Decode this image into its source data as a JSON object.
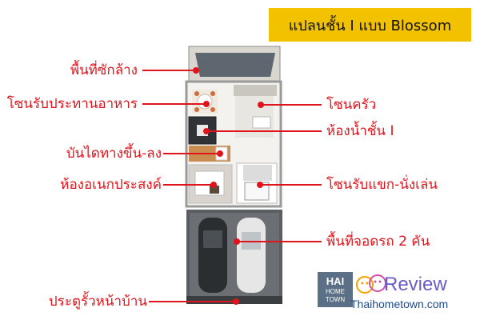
{
  "title": "แปลนชั้น I แบบ Blossom",
  "labels": {
    "laundry": "พื้นที่ซักล้าง",
    "dining": "โซนรับประทานอาหาร",
    "kitchen": "โซนครัว",
    "bathroom": "ห้องน้ำชั้น I",
    "stairs": "บันไดทางขึ้น-ลง",
    "multipurpose": "ห้องอเนกประสงค์",
    "living": "โซนรับแขก-นั่งเล่น",
    "parking": "พื้นที่จอดรถ 2 คัน",
    "gate": "ประตูรั้วหน้าบ้าน"
  },
  "brand": {
    "hai_line1": "HAI",
    "hai_line2": "HOME",
    "hai_line3": "TOWN",
    "review": "Review",
    "site": "Thaihometown.com"
  },
  "colors": {
    "label": "#e0141c",
    "title_bg": "#f2c200",
    "brand_blue": "#1e4b8c",
    "brand_purple": "#6a5bc6"
  }
}
